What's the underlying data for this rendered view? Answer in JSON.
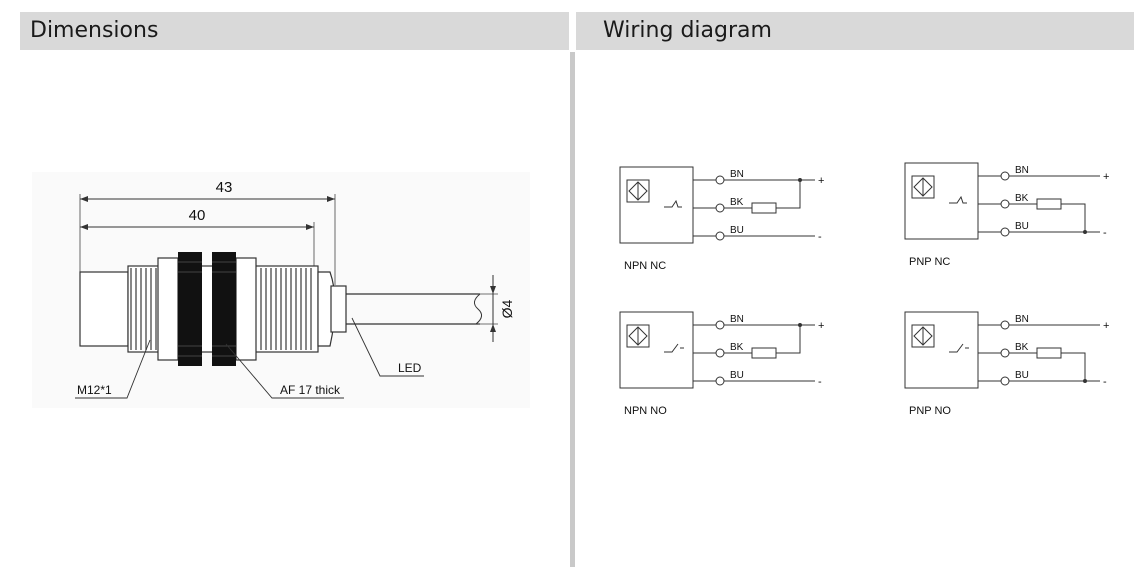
{
  "sections": {
    "dimensions_title": "Dimensions",
    "wiring_title": "Wiring diagram"
  },
  "dimensions": {
    "overall_length": "43",
    "body_length": "40",
    "cable_diameter": "Ø4",
    "thread": "M12*1",
    "nut": "AF 17 thick",
    "led": "LED"
  },
  "wiring": {
    "wires": {
      "bn": "BN",
      "bk": "BK",
      "bu": "BU",
      "plus": "+",
      "minus": "-"
    },
    "diagrams": [
      {
        "type": "NPN",
        "mode": "NC"
      },
      {
        "type": "PNP",
        "mode": "NC"
      },
      {
        "type": "NPN",
        "mode": "NO"
      },
      {
        "type": "PNP",
        "mode": "NO"
      }
    ]
  }
}
